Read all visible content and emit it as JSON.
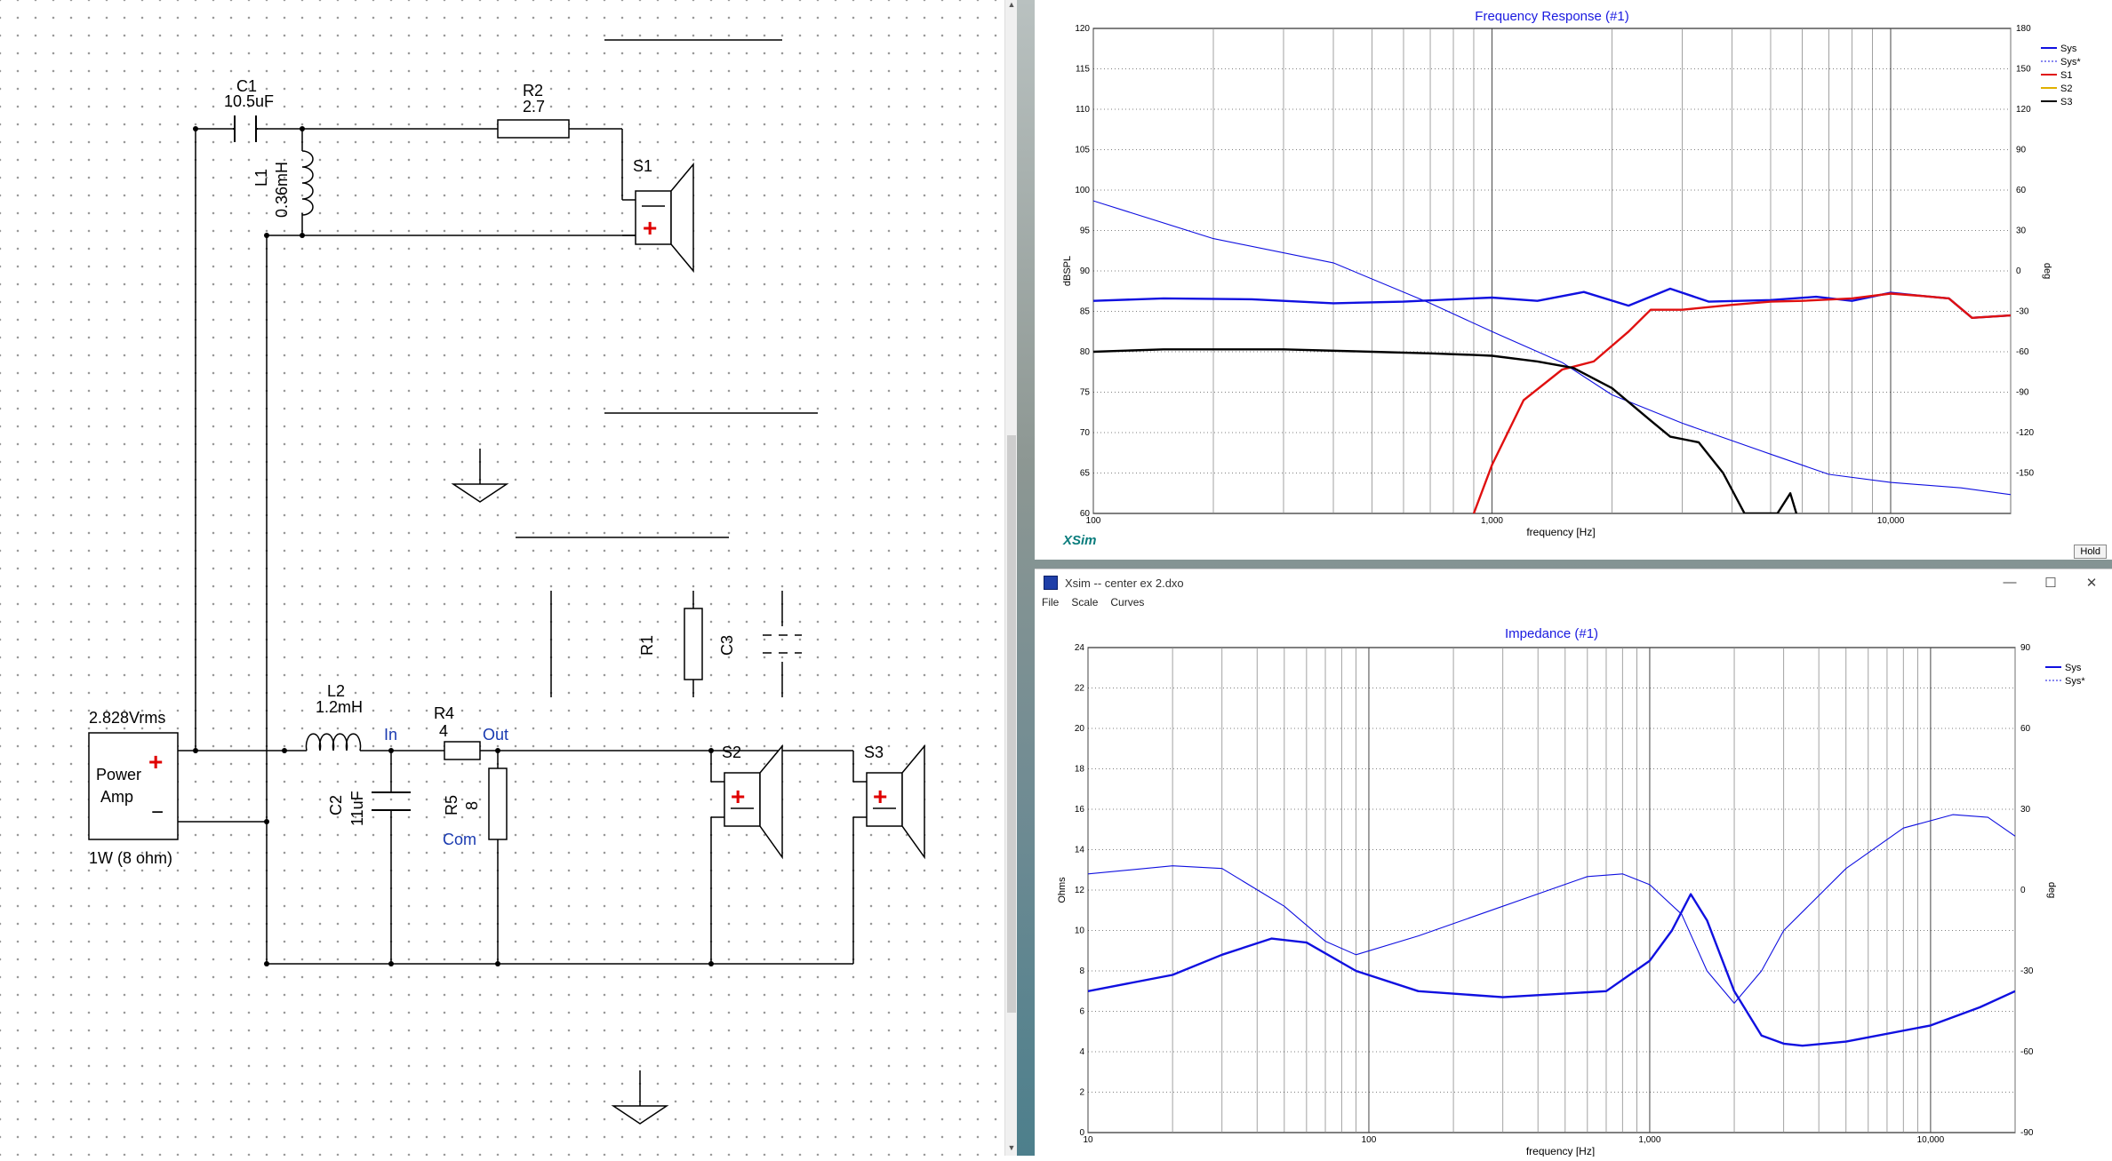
{
  "schematic": {
    "c1_name": "C1",
    "c1_value": "10.5uF",
    "r2_name": "R2",
    "r2_value": "2.7",
    "l1_name": "L1",
    "l1_value": "0.36mH",
    "s1_name": "S1",
    "source_voltage": "2.828Vrms",
    "amp_line1": "Power",
    "amp_line2": "Amp",
    "amp_rating": "1W (8 ohm)",
    "l2_name": "L2",
    "l2_value": "1.2mH",
    "pin_in": "In",
    "pin_out": "Out",
    "pin_com": "Com",
    "r4_name": "R4",
    "r4_value": "4",
    "c2_name": "C2",
    "c2_value": "11uF",
    "r5_name": "R5",
    "r5_value": "8",
    "s2_name": "S2",
    "s3_name": "S3",
    "r1_name": "R1",
    "c3_name": "C3",
    "plus": "+",
    "minus": "−"
  },
  "window2": {
    "title": "Xsim -- center ex 2.dxo",
    "menu": [
      "File",
      "Scale",
      "Curves"
    ],
    "controls": [
      "—",
      "☐",
      "✕"
    ]
  },
  "brand": "XSim",
  "hold_label": "Hold",
  "colors": {
    "sys": "#1010e0",
    "s1": "#e01010",
    "s2": "#e0b000",
    "s3": "#000000",
    "title": "#1a1ae0"
  },
  "chart_data": [
    {
      "type": "line",
      "title": "Frequency Response (#1)",
      "xlabel": "frequency [Hz]",
      "ylabel": "dBSPL",
      "y2label": "deg",
      "xscale": "log",
      "xlim": [
        100,
        20000
      ],
      "ylim": [
        60,
        120
      ],
      "y2lim": [
        -180,
        180
      ],
      "xticks": [
        "100",
        "1,000",
        "10,000"
      ],
      "yticks": [
        "60",
        "65",
        "70",
        "75",
        "80",
        "85",
        "90",
        "95",
        "100",
        "105",
        "110",
        "115",
        "120"
      ],
      "y2ticks": [
        "-150",
        "-120",
        "-90",
        "-60",
        "-30",
        "0",
        "30",
        "60",
        "90",
        "120",
        "150",
        "180"
      ],
      "legend": [
        "Sys",
        "Sys*",
        "S1",
        "S2",
        "S3"
      ],
      "legend_position": "top-right",
      "series": [
        {
          "name": "Sys",
          "style": "solid-thick",
          "color": "#1010e0",
          "x": [
            100,
            150,
            250,
            400,
            600,
            800,
            1000,
            1300,
            1700,
            2200,
            2800,
            3500,
            5000,
            6500,
            8000,
            10000,
            12000,
            14000,
            16000,
            20000
          ],
          "y": [
            86.3,
            86.6,
            86.5,
            86.0,
            86.2,
            86.5,
            86.7,
            86.3,
            87.4,
            85.7,
            87.8,
            86.2,
            86.4,
            86.8,
            86.3,
            87.3,
            86.9,
            86.6,
            84.2,
            84.5
          ]
        },
        {
          "name": "Sys*",
          "style": "solid-thin",
          "color": "#1010e0",
          "axis": "y2",
          "x": [
            100,
            200,
            400,
            700,
            1000,
            1500,
            2000,
            3000,
            5000,
            7000,
            10000,
            15000,
            20000
          ],
          "y": [
            52,
            24,
            6,
            -24,
            -45,
            -68,
            -92,
            -113,
            -136,
            -151,
            -157,
            -161,
            -166
          ]
        },
        {
          "name": "S1",
          "style": "solid-thick",
          "color": "#e01010",
          "x": [
            900,
            1000,
            1200,
            1500,
            1800,
            2200,
            2500,
            3000,
            4000,
            5000,
            6000,
            8000,
            10000,
            12000,
            14000,
            16000,
            20000
          ],
          "y": [
            60,
            66,
            74,
            77.8,
            78.8,
            82.5,
            85.2,
            85.2,
            85.8,
            86.2,
            86.3,
            86.6,
            87.2,
            86.9,
            86.6,
            84.2,
            84.5
          ]
        },
        {
          "name": "S3",
          "style": "solid-thick",
          "color": "#000000",
          "x": [
            100,
            150,
            300,
            500,
            700,
            900,
            1000,
            1300,
            1600,
            2000,
            2500,
            2800,
            3300,
            3800,
            4300,
            5200,
            5600,
            5800
          ],
          "y": [
            80,
            80.3,
            80.3,
            80,
            79.8,
            79.6,
            79.5,
            78.8,
            78,
            75.5,
            71.5,
            69.5,
            68.8,
            65,
            60,
            60,
            62.5,
            60
          ]
        }
      ]
    },
    {
      "type": "line",
      "title": "Impedance (#1)",
      "xlabel": "frequency [Hz]",
      "ylabel": "Ohms",
      "y2label": "deg",
      "xscale": "log",
      "xlim": [
        10,
        20000
      ],
      "ylim": [
        0,
        24
      ],
      "y2lim": [
        -90,
        90
      ],
      "xticks": [
        "10",
        "100",
        "1,000",
        "10,000"
      ],
      "yticks": [
        "0",
        "2",
        "4",
        "6",
        "8",
        "10",
        "12",
        "14",
        "16",
        "18",
        "20",
        "22",
        "24"
      ],
      "y2ticks": [
        "-90",
        "-60",
        "-30",
        "0",
        "30",
        "60",
        "90"
      ],
      "legend": [
        "Sys",
        "Sys*"
      ],
      "legend_position": "top-right",
      "series": [
        {
          "name": "Sys",
          "style": "solid-thick",
          "color": "#1010e0",
          "x": [
            10,
            20,
            30,
            45,
            60,
            90,
            150,
            300,
            700,
            1000,
            1200,
            1400,
            1600,
            2000,
            2500,
            3000,
            3500,
            5000,
            10000,
            15000,
            20000
          ],
          "y": [
            7,
            7.8,
            8.8,
            9.6,
            9.4,
            8.0,
            7.0,
            6.7,
            7.0,
            8.5,
            10.0,
            11.8,
            10.5,
            7.0,
            4.8,
            4.4,
            4.3,
            4.5,
            5.3,
            6.2,
            7.0
          ]
        },
        {
          "name": "Sys*",
          "style": "solid-thin",
          "color": "#1010e0",
          "axis": "y2",
          "x": [
            10,
            20,
            30,
            50,
            70,
            90,
            150,
            300,
            600,
            800,
            1000,
            1300,
            1600,
            2000,
            2500,
            3000,
            5000,
            8000,
            12000,
            16000,
            20000
          ],
          "y": [
            6,
            9,
            8,
            -6,
            -19,
            -24,
            -17,
            -6,
            5,
            6,
            2,
            -9,
            -30,
            -42,
            -30,
            -15,
            8,
            23,
            28,
            27,
            20
          ]
        }
      ]
    }
  ]
}
